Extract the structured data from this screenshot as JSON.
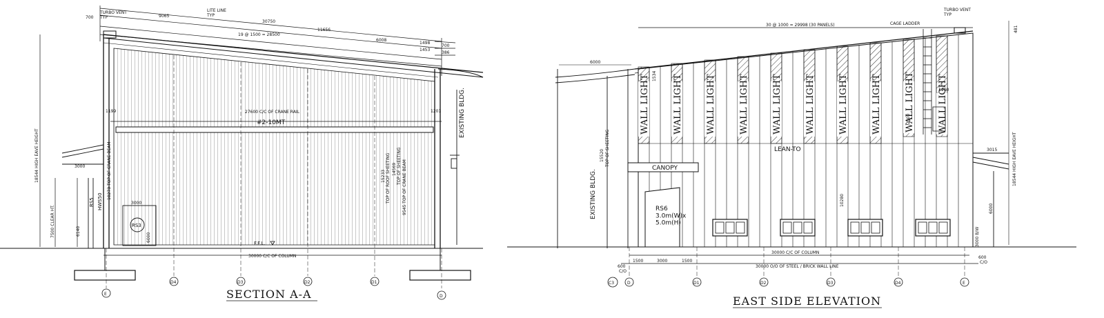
{
  "section": {
    "title": "SECTION  A-A",
    "turbo_vent": "TURBO VENT\nTYP",
    "lite_line": "LITE LINE\nTYP",
    "dims": {
      "d700": "700",
      "d9065": "9065",
      "d30750": "30750",
      "d11656": "11656",
      "d19x1500": "19 @ 1500 = 28500",
      "d6008": "6008",
      "d1498": "1498",
      "d1453": "1453",
      "d700b": "700",
      "d386": "386",
      "crane_rail": "27600 C/C OF CRANE RAIL",
      "crane": "#2-10MT",
      "d1199": "1199",
      "d1201": "1201",
      "d3000": "3000",
      "d3000b": "3000",
      "eave_height": "18544 HIGH EAVE HEIGHT",
      "clear_ht": "7500 CLEAR HT.",
      "rs5": "RS5",
      "d6140": "6140",
      "hws": "HWS50",
      "crane_beam": "10273 TOP OF CRANE BEAM",
      "d6000": "6000",
      "rs3": "RS3",
      "ffl": "F.F.L.",
      "d15233": "15233",
      "top_roof": "TOP OF ROOF SHEETING",
      "d14569": "14569",
      "top_sheeting": "TOP OF SHEETING",
      "crane_beam2": "9545 TOP OF CRANE BEAM",
      "existing": "EXISTING BLDG.",
      "column_cc": "30000 C/C OF COLUMN"
    },
    "grid": [
      "E",
      "D4",
      "D3",
      "D2",
      "D1",
      "D"
    ]
  },
  "elevation": {
    "title": "EAST  SIDE  ELEVATION",
    "panels": "30 @ 1000 = 29998 (30 PANELS)",
    "cage_ladder": "CAGE LADDER",
    "turbo_vent": "TURBO VENT\nTYP",
    "d481": "481",
    "d6000": "6000",
    "d1534": "1534",
    "wall_light": "WALL LIGHT",
    "lean_to": "LEAN-TO",
    "canopy": "CANOPY",
    "existing": "EXISTING BLDG.",
    "d15520": "15520",
    "top_sheeting": "TOP OF SHEETING",
    "rs6": "RS6\n3.0m(W)x\n5.0m(H)",
    "d2100": "2100",
    "d10280": "10280",
    "d3015": "3015",
    "d1000": "1000",
    "eave_height": "18544 HIGH EAVE HEIGHT",
    "d6000b": "6000",
    "brick": "3000 B/W",
    "d1500": "1500",
    "d3000": "3000",
    "d1500b": "1500",
    "d600": "600",
    "co": "C/O",
    "d600b": "600",
    "cob": "C/O",
    "column_cc": "30000 C/C OF COLUMN",
    "wall_line": "30000 O/O OF STEEL / BRICK WALL LINE",
    "grid": [
      "C3",
      "D",
      "D1",
      "D2",
      "D3",
      "D4",
      "E"
    ]
  }
}
